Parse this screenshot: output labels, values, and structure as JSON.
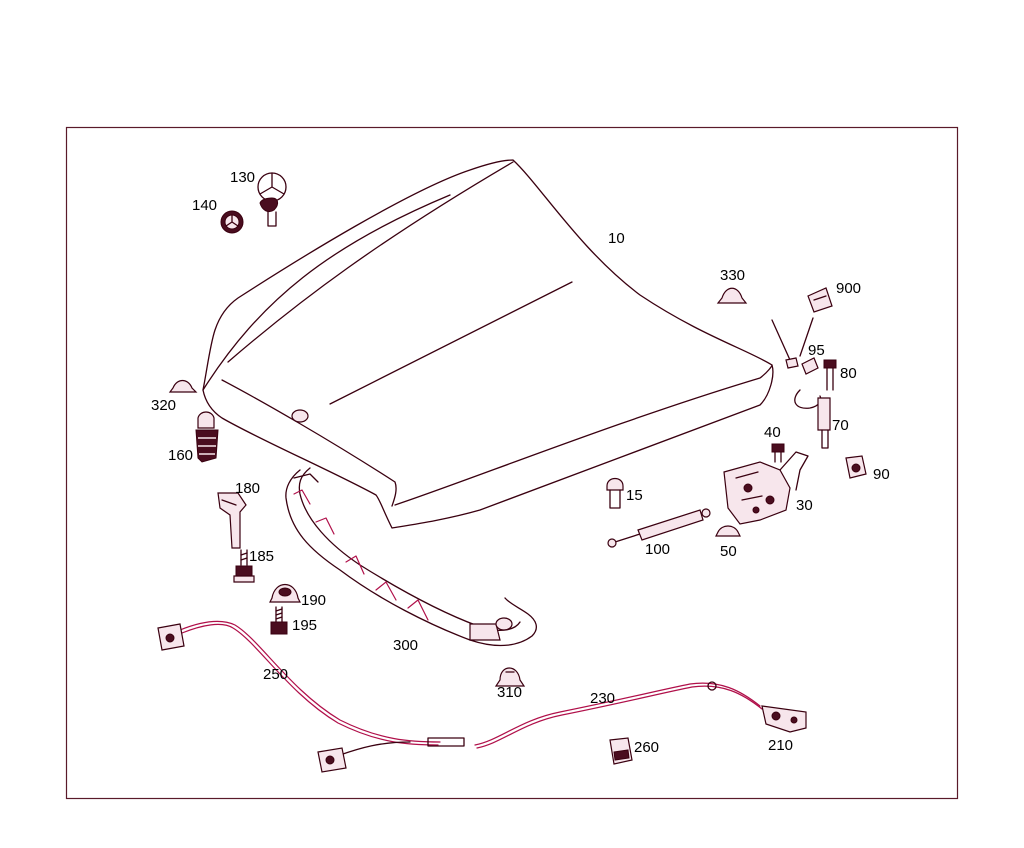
{
  "diagram": {
    "colors": {
      "line": "#3a0010",
      "accent": "#b0104a",
      "frame": "#5a1a2a"
    },
    "callouts": {
      "p10": "10",
      "p15": "15",
      "p30": "30",
      "p40": "40",
      "p50": "50",
      "p70": "70",
      "p80": "80",
      "p90": "90",
      "p95": "95",
      "p100": "100",
      "p130": "130",
      "p140": "140",
      "p160": "160",
      "p180": "180",
      "p185": "185",
      "p190": "190",
      "p195": "195",
      "p210": "210",
      "p230": "230",
      "p250": "250",
      "p260": "260",
      "p300": "300",
      "p310": "310",
      "p320": "320",
      "p330": "330",
      "p900": "900"
    }
  }
}
